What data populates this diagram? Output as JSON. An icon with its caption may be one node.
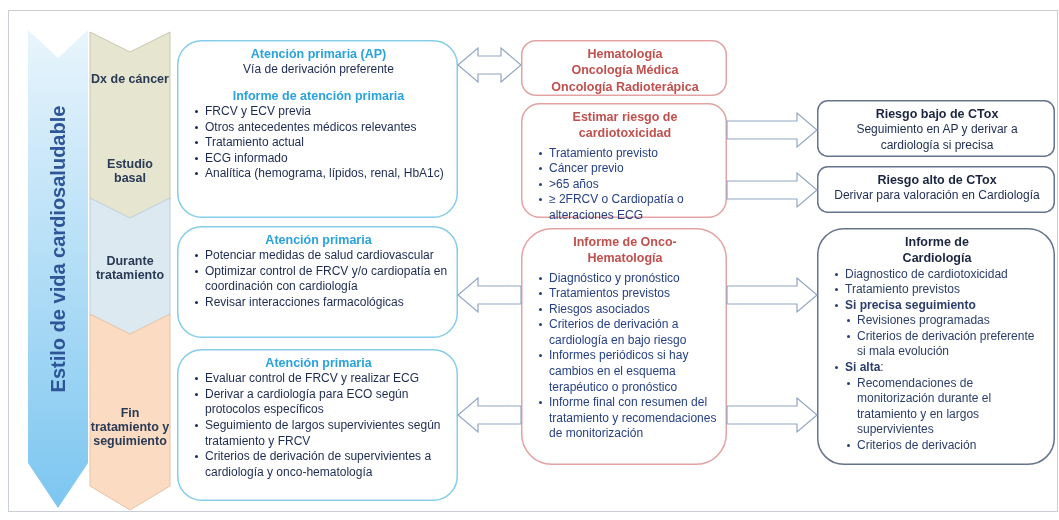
{
  "diagram": {
    "nodes": [
      {
        "text": [
          "Estilo de vida cardiosaludable"
        ]
      },
      {
        "text": [
          "Dx de cáncer",
          "Estudio basal"
        ]
      },
      {
        "text": [
          "Durante tratamiento"
        ]
      },
      {
        "text": [
          "Fin tratamiento y seguimiento"
        ]
      },
      {
        "text": [
          "Atención primaria (AP)",
          "Vía de derivación preferente",
          "Informe de atención primaria",
          "FRCV y ECV previa",
          "Otros antecedentes médicos relevantes",
          "Tratamiento actual",
          "ECG informado",
          "Analítica (hemograma, lípidos, renal, HbA1c)"
        ]
      },
      {
        "text": [
          "Atención primaria",
          "Potenciar medidas de salud cardiovascular",
          "Optimizar control de FRCV y/o cardiopatía en coordinación con cardiología",
          "Revisar interacciones farmacológicas"
        ]
      },
      {
        "text": [
          "Atención primaria",
          "Evaluar control de FRCV y realizar ECG",
          "Derivar a cardiología para ECO según protocolos específicos",
          "Seguimiento de largos supervivientes según tratamiento y FRCV",
          "Criterios de derivación de supervivientes a cardiología y onco-hematología"
        ]
      },
      {
        "text": [
          "Hematología",
          "Oncología Médica",
          "Oncología Radioterápica"
        ]
      },
      {
        "text": [
          "Estimar riesgo de cardiotoxicidad",
          "Tratamiento previsto",
          "Cáncer previo",
          ">65 años",
          "≥ 2FRCV o Cardiopatía o alteraciones ECG"
        ]
      },
      {
        "text": [
          "Informe de Onco-Hematología",
          "Diagnóstico y pronóstico",
          "Tratamientos previstos",
          "Riesgos asociados",
          "Criterios de derivación a cardiología en bajo riesgo",
          "Informes periódicos si hay cambios en el esquema terapéutico o pronóstico",
          "Informe final con resumen del tratamiento y recomendaciones de monitorización"
        ]
      },
      {
        "text": [
          "Riesgo bajo de CTox",
          "Seguimiento en AP y derivar a cardiología si precisa"
        ]
      },
      {
        "text": [
          "Riesgo alto de CTox",
          "Derivar para valoración en Cardiología"
        ]
      },
      {
        "text": [
          "Informe de Cardiología",
          "Diagnostico de cardiotoxicidad",
          "Tratamiento previstos",
          "Si precisa seguimiento",
          "Revisiones programadas",
          "Criterios de derivación preferente si mala evolución",
          "**Si alta**:",
          "Recomendaciones de monitorización durante el tratamiento y en largos supervivientes",
          "Criterios de derivación"
        ]
      }
    ],
    "edges": [
      {
        "from": 4,
        "to": 7,
        "arrow": "both"
      },
      {
        "from": 8,
        "to": 10,
        "arrow": "to"
      },
      {
        "from": 8,
        "to": 11,
        "arrow": "to"
      },
      {
        "from": 9,
        "to": 5,
        "arrow": "to"
      },
      {
        "from": 9,
        "to": 6,
        "arrow": "to"
      },
      {
        "from": 9,
        "to": 12,
        "arrow": "to"
      },
      {
        "from": 9,
        "to": 12,
        "arrow": "to"
      }
    ]
  }
}
